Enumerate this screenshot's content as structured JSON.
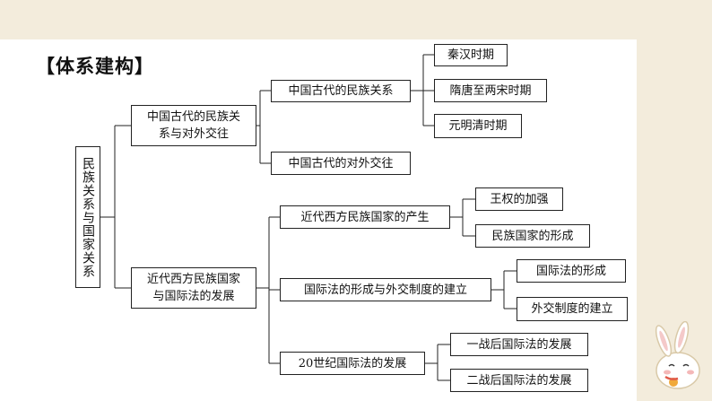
{
  "heading": "【体系建构】",
  "root": "民族关系与国家关系",
  "branches": [
    {
      "label": "中国古代的民族关系与对外交往",
      "children": [
        {
          "label": "中国古代的民族关系",
          "children": [
            "秦汉时期",
            "隋唐至两宋时期",
            "元明清时期"
          ]
        },
        {
          "label": "中国古代的对外交往"
        }
      ]
    },
    {
      "label": "近代西方民族国家与国际法的发展",
      "children": [
        {
          "label": "近代西方民族国家的产生",
          "children": [
            "王权的加强",
            "民族国家的形成"
          ]
        },
        {
          "label": "国际法的形成与外交制度的建立",
          "children": [
            "国际法的形成",
            "外交制度的建立"
          ]
        },
        {
          "label": "20世纪国际法的发展",
          "children": [
            "一战后国际法的发展",
            "二战后国际法的发展"
          ]
        }
      ]
    }
  ],
  "colors": {
    "background": "#f3ecdc",
    "panel": "#ffffff",
    "line": "#222222"
  }
}
